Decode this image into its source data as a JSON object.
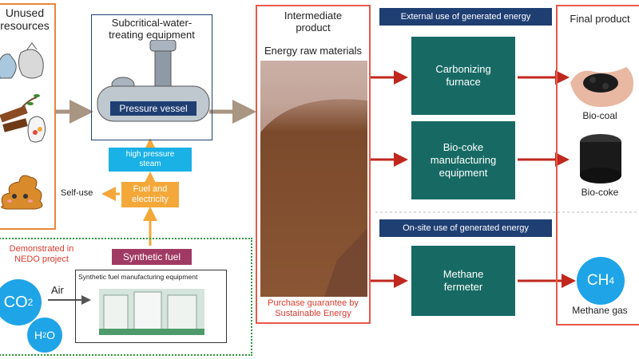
{
  "unused": {
    "title_line1": "Unused",
    "title_line2": "resources"
  },
  "subcritical": {
    "title_line1": "Subcritical-water-",
    "title_line2": "treating equipment",
    "vessel_label": "Pressure vessel"
  },
  "steam": {
    "line1": "high pressure",
    "line2": "steam"
  },
  "fuel": {
    "line1": "Fuel and",
    "line2": "electricity"
  },
  "self_use": "Self-use",
  "nedo": {
    "line1": "Demonstrated in",
    "line2": "NEDO project"
  },
  "synthetic_fuel": "Synthetic fuel",
  "synth_equipment": "Synthetic fuel manufacturing equipment",
  "air": "Air",
  "co2": "CO",
  "co2_sub": "2",
  "h2o": "H",
  "h2o_sub": "2",
  "h2o_end": "O",
  "intermediate": {
    "title_line1": "Intermediate",
    "title_line2": "product",
    "subtitle": "Energy raw materials",
    "guarantee_line1": "Purchase guarantee by",
    "guarantee_line2": "Sustainable Energy"
  },
  "external_header": "External use of generated energy",
  "onsite_header": "On-site use of generated energy",
  "carbonizing": {
    "line1": "Carbonizing",
    "line2": "furnace"
  },
  "biocoke_equipment": {
    "line1": "Bio-coke",
    "line2": "manufacturing",
    "line3": "equipment"
  },
  "methane_fermenter": {
    "line1": "Methane",
    "line2": "fermeter"
  },
  "final": {
    "title": "Final product",
    "biocoal": "Bio-coal",
    "biocoke": "Bio-coke",
    "ch4": "CH",
    "ch4_sub": "4",
    "methane_gas": "Methane gas"
  },
  "colors": {
    "orange": "#e8863a",
    "red_frame": "#e8584a",
    "teal": "#176a64",
    "navy": "#1f3f73",
    "cyan": "#19b1e6",
    "arrow_red": "#c0281e",
    "arrow_tan": "#a89582",
    "dotted_green": "#2c9a3c"
  }
}
